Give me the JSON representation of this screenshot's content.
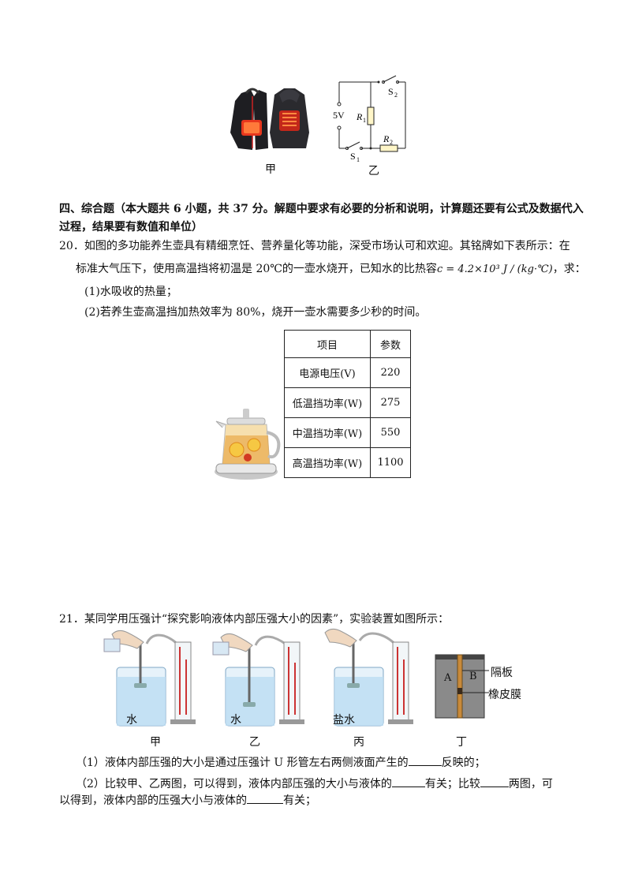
{
  "figures_top": {
    "label_jia": "甲",
    "label_yi": "乙",
    "voltage": "5V",
    "r1": "R",
    "r1_sub": "1",
    "r2": "R",
    "r2_sub": "2",
    "s1": "S",
    "s1_sub": "1",
    "s2": "S",
    "s2_sub": "2"
  },
  "section4": {
    "line1": "四、综合题（本大题共 6 小题，共 37 分。解题中要求有必要的分析和说明，计算题还要有公式及数据代入",
    "line2": "过程，结果要有数值和单位）"
  },
  "q20": {
    "line1": "20．如图的多功能养生壶具有精细烹饪、营养量化等功能，深受市场认可和欢迎。其铭牌如下表所示：在",
    "line2_a": "标准大气压下，使用高温挡将初温是 20℃的一壶水烧开，已知水的比热容",
    "line2_formula": "c = 4.2×10³ J / (kg·℃)",
    "line2_b": "，求：",
    "sub1": "(1)水吸收的热量；",
    "sub2": "(2)若养生壶高温挡加热效率为 80%，烧开一壶水需要多少秒的时间。",
    "table": {
      "headers": [
        "项目",
        "参数"
      ],
      "rows": [
        [
          "电源电压(V)",
          "220"
        ],
        [
          "低温挡功率(W)",
          "275"
        ],
        [
          "中温挡功率(W)",
          "550"
        ],
        [
          "高温挡功率(W)",
          "1100"
        ]
      ]
    }
  },
  "q21": {
    "line1": "21．某同学用压强计“探究影响液体内部压强大小的因素”，实验装置如图所示：",
    "beaker_labels": [
      "水",
      "水",
      "盐水"
    ],
    "fig_labels": [
      "甲",
      "乙",
      "丙",
      "丁"
    ],
    "ding_a": "A",
    "ding_b": "B",
    "ding_partition": "隔板",
    "ding_membrane": "橡皮膜",
    "sub1_a": "（1）液体内部压强的大小是通过压强计 U 形管左右两侧液面产生的",
    "sub1_b": "反映的；",
    "sub2_a": "（2）比较甲、乙两图，可以得到，液体内部压强的大小与液体的",
    "sub2_b": "有关；比较",
    "sub2_c": "两图，可",
    "sub2_line2_a": "以得到，液体内部的压强大小与液体的",
    "sub2_line2_b": "有关；"
  }
}
